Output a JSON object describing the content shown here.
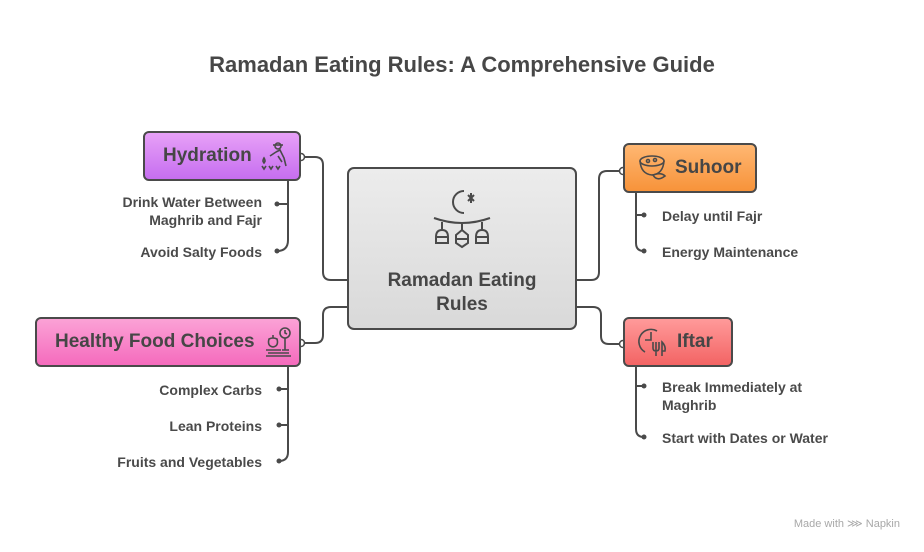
{
  "title": "Ramadan Eating Rules: A Comprehensive Guide",
  "center": {
    "label_line1": "Ramadan Eating",
    "label_line2": "Rules",
    "icon": "crescent-lanterns-icon"
  },
  "branches": {
    "hydration": {
      "label": "Hydration",
      "color": "#d17ef3",
      "icon": "person-watering-icon",
      "items": [
        "Drink Water Between",
        "Maghrib and Fajr",
        "Avoid Salty Foods"
      ]
    },
    "suhoor": {
      "label": "Suhoor",
      "color": "#fba557",
      "icon": "bowl-icon",
      "items": [
        "Delay until Fajr",
        "Energy Maintenance"
      ]
    },
    "healthy": {
      "label": "Healthy Food Choices",
      "color": "#f886c9",
      "icon": "scale-apple-icon",
      "items": [
        "Complex Carbs",
        "Lean Proteins",
        "Fruits and Vegetables"
      ]
    },
    "iftar": {
      "label": "Iftar",
      "color": "#f77c7c",
      "icon": "clock-utensils-icon",
      "items": [
        "Break Immediately at",
        "Maghrib",
        "Start with Dates or Water"
      ]
    }
  },
  "footer": "Made with ⋙ Napkin"
}
